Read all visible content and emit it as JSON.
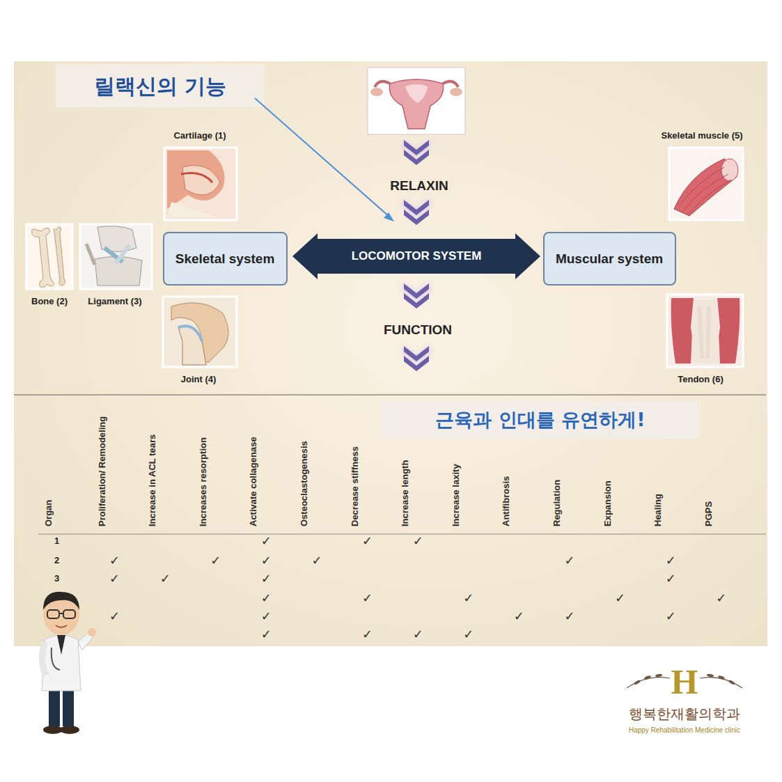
{
  "diagram": {
    "title": "릴랙신의 기능",
    "nodes": [
      {
        "text": [
          "Skeletal system"
        ]
      },
      {
        "text": [
          "LOCOMOTOR SYSTEM"
        ]
      },
      {
        "text": [
          "Muscular system"
        ]
      },
      {
        "text": [
          "근육과 인대를 유연하게!"
        ]
      }
    ],
    "edges": [],
    "labels": [
      "RELAXIN",
      "FUNCTION",
      "Cartilage (1)",
      "Bone (2)",
      "Ligament (3)",
      "Joint (4)",
      "Skeletal muscle (5)",
      "Tendon (6)",
      "Organ",
      "Proliferation/ Remodeling",
      "Increase in ACL tears",
      "Increases resorption",
      "Activate collagenase",
      "Osteoclastogenesis",
      "Decrease stiffness",
      "Increase length",
      "Increase laxity",
      "Antifibrosis",
      "Regulation",
      "Expansion",
      "Healing",
      "PGPS",
      "1",
      "2",
      "3",
      "✓",
      "✓",
      "✓",
      "✓",
      "✓",
      "✓",
      "✓",
      "✓",
      "✓",
      "✓",
      "✓",
      "✓",
      "✓",
      "✓",
      "✓",
      "✓",
      "✓",
      "✓",
      "✓",
      "✓",
      "✓",
      "✓",
      "✓",
      "✓",
      "✓",
      "✓",
      "✓",
      "H",
      "행복한재활의학과",
      "Happy Rehabilitation Medicine clinic"
    ]
  }
}
